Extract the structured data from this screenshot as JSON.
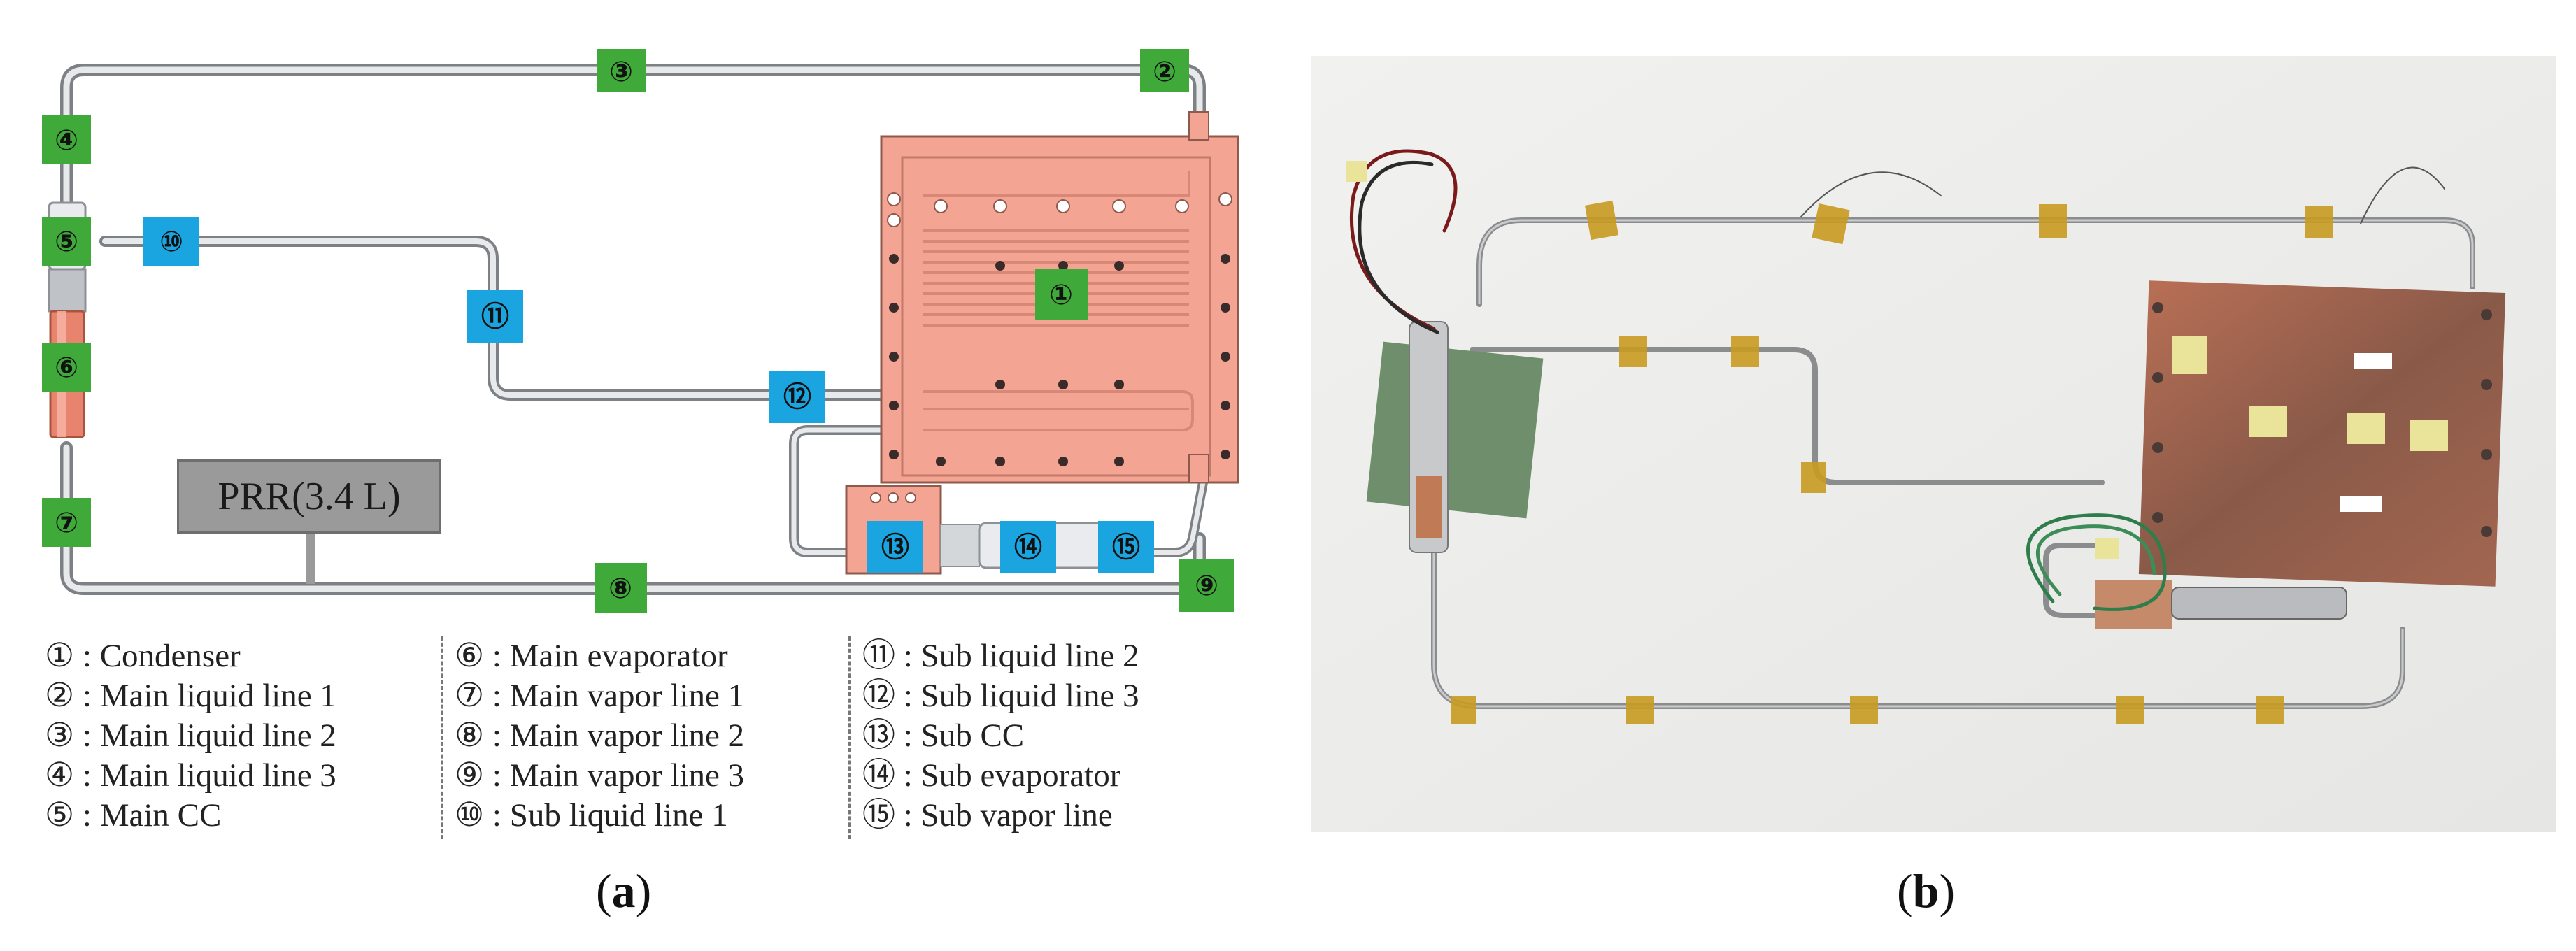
{
  "badges": {
    "b1": "①",
    "b2": "②",
    "b3": "③",
    "b4": "④",
    "b5": "⑤",
    "b6": "⑥",
    "b7": "⑦",
    "b8": "⑧",
    "b9": "⑨",
    "b10": "⑩",
    "b11": "⑪",
    "b12": "⑫",
    "b13": "⑬",
    "b14": "⑭",
    "b15": "⑮"
  },
  "prr_label": "PRR(3.4 L)",
  "legend": {
    "col1": [
      "① : Condenser",
      "② : Main liquid line 1",
      "③ : Main liquid line 2",
      "④ : Main liquid line 3",
      "⑤ : Main CC"
    ],
    "col2": [
      "⑥ : Main evaporator",
      "⑦ : Main vapor line 1",
      "⑧ : Main vapor line 2",
      "⑨ : Main vapor line 3",
      "⑩ : Sub liquid line 1"
    ],
    "col3": [
      "⑪ : Sub liquid line 2",
      "⑫ : Sub liquid line 3",
      "⑬ : Sub CC",
      "⑭ : Sub evaporator",
      "⑮ : Sub vapor line"
    ]
  },
  "captions": {
    "a": "a",
    "b": "b"
  },
  "colors": {
    "main_badge": "#3faa3a",
    "sub_badge": "#1aa5e0",
    "condenser": "#f2a090",
    "pipe": "#c9ccd0",
    "prr": "#9a9a9a"
  }
}
